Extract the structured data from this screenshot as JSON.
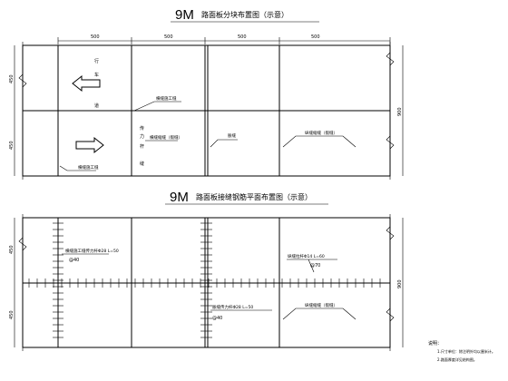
{
  "top_plan": {
    "title_main": "9M",
    "title_rest": "路面板分块布置图（示意）",
    "spans": [
      "500",
      "500",
      "500",
      "500"
    ],
    "left_dims": [
      "450",
      "450"
    ],
    "right_dim": "900",
    "labels": {
      "travel_chars": [
        "行",
        "车",
        "道"
      ],
      "joint_a": "横缝施工缝",
      "joint_b": "横缝施工缝",
      "dowel_chars": [
        "传",
        "力",
        "杆"
      ],
      "dowel_bar": "横缝缩缝（假缝）",
      "vertical_chars": [
        "缝"
      ],
      "center_joint": "胀缝",
      "longitudinal": "纵缝缩缝（假缝）"
    }
  },
  "bottom_plan": {
    "title_main": "9M",
    "title_rest": "路面板接缝钢筋平面布置图（示意）",
    "left_dims": [
      "450",
      "450"
    ],
    "right_dim": "900",
    "callouts": {
      "left_top_1": "横缝施工缝传力杆Φ28 L=50",
      "left_top_2": "@40",
      "mid_right_1": "纵缝拉杆Φ14 L=60",
      "mid_right_2": "@70",
      "mid_bottom_1": "胀缝传力杆Φ28 L=50",
      "mid_bottom_2": "@40",
      "right_bottom": "纵缝缩缝（假缝）"
    }
  },
  "notes": {
    "heading": "说明：",
    "line1": "1.尺寸单位：除注明外均以厘米计。",
    "line2": "2.路面厚度详见结构图。"
  }
}
